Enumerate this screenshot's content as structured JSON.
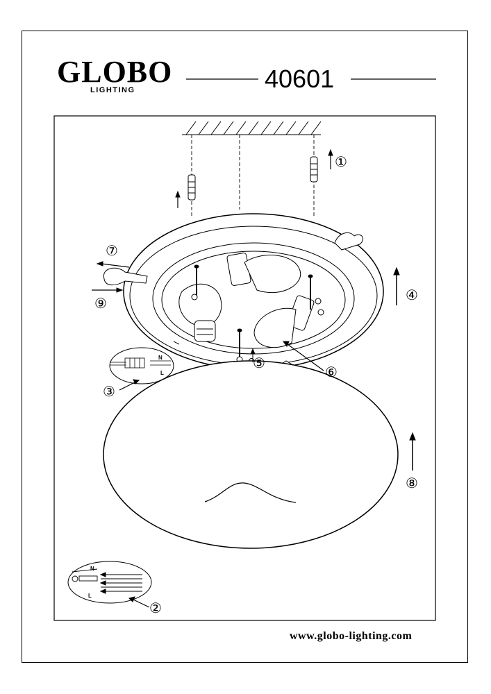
{
  "brand": {
    "name": "GLOBO",
    "sub": "LIGHTING"
  },
  "model": "40601",
  "callouts": {
    "c1": "①",
    "c2": "②",
    "c3": "③",
    "c4": "④",
    "c5": "⑤",
    "c6": "⑥",
    "c7": "⑦",
    "c8": "⑧",
    "c9": "⑨"
  },
  "wiring": {
    "neutral": "N",
    "live": "L"
  },
  "footer": {
    "url": "www.globo-lighting.com"
  },
  "colors": {
    "ink": "#000000",
    "paper": "#ffffff"
  }
}
